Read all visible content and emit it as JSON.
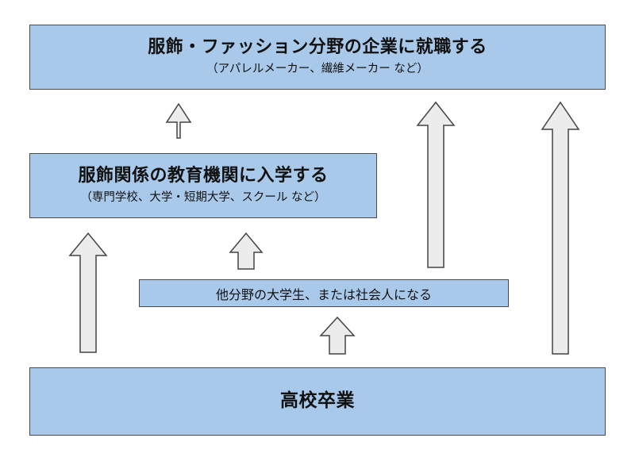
{
  "boxes": {
    "fashion_company": {
      "title": "服飾・ファッション分野の企業に就職する",
      "subtitle": "（アパレルメーカー、繊維メーカー など）"
    },
    "fashion_school": {
      "title": "服飾関係の教育機関に入学する",
      "subtitle": "（専門学校、大学・短期大学、スクール など）"
    },
    "other_path": {
      "label": "他分野の大学生、または社会人になる"
    },
    "high_school": {
      "title": "高校卒業"
    }
  },
  "colors": {
    "box_fill": "#a9c9ea",
    "box_border": "#4a4a4a",
    "arrow_fill": "#ececec",
    "arrow_border": "#444444"
  }
}
